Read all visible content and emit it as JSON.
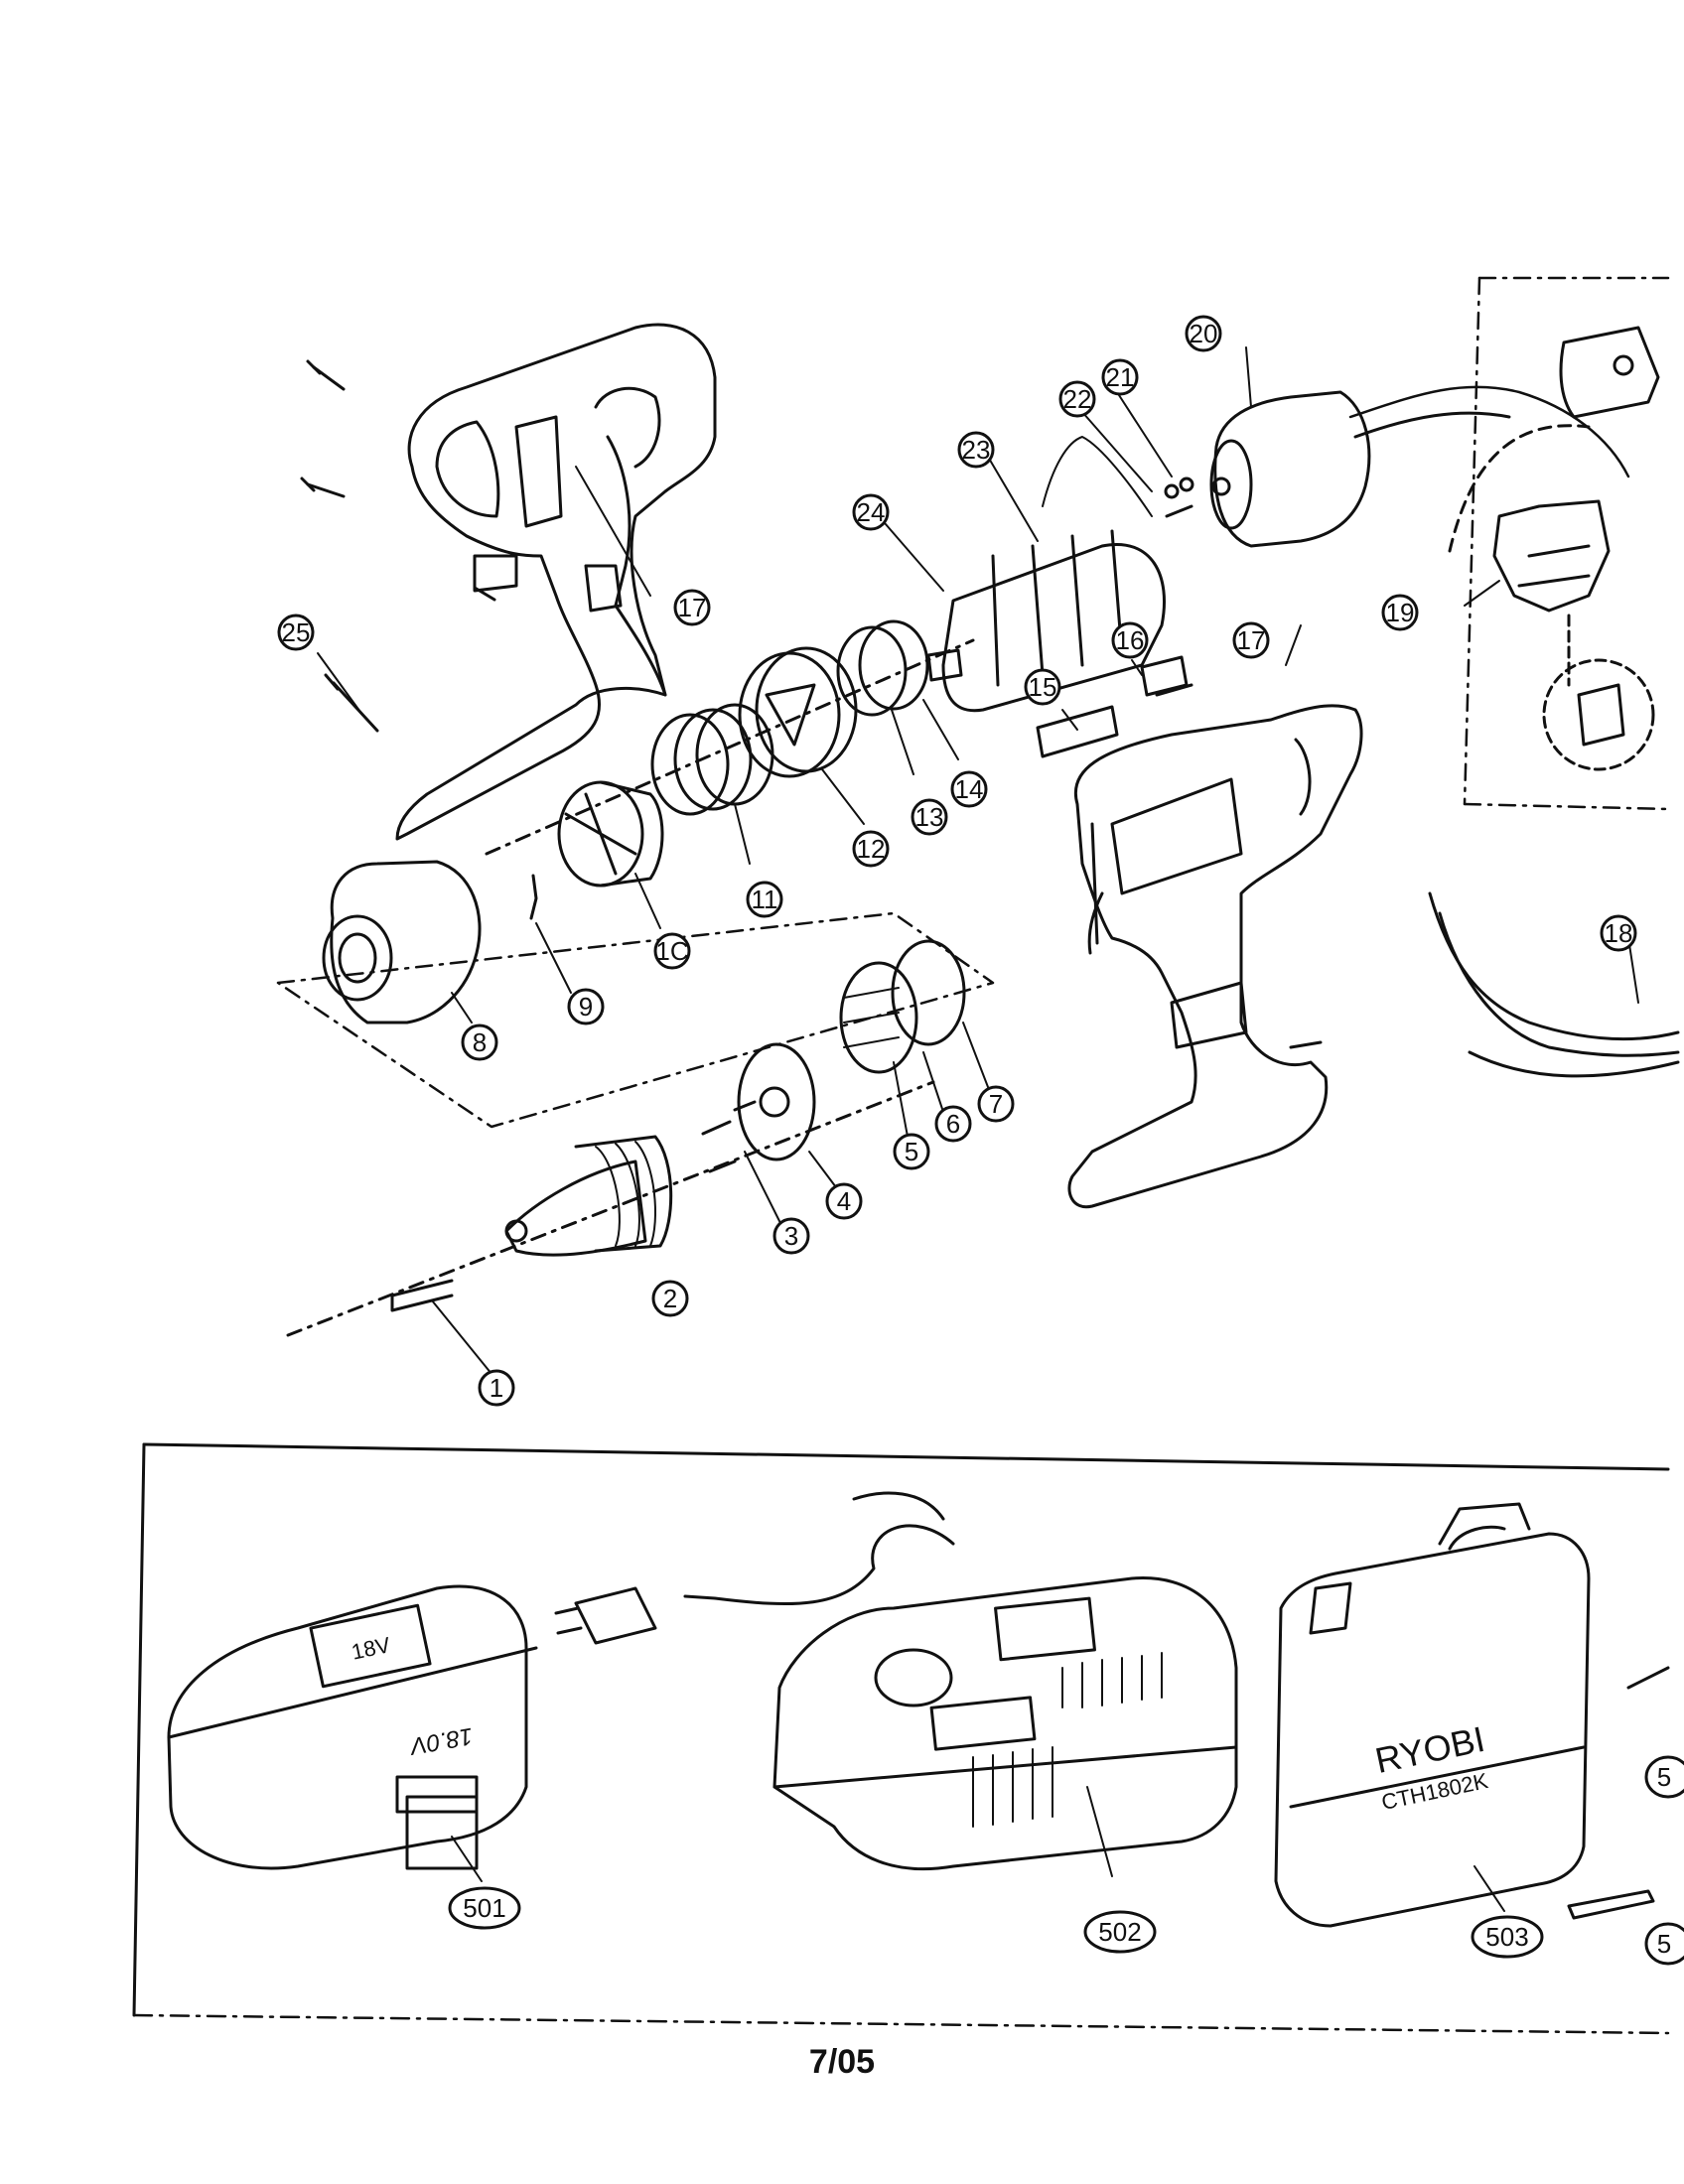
{
  "footer": {
    "date_code": "7/05"
  },
  "callouts": [
    "1",
    "2",
    "3",
    "4",
    "5",
    "6",
    "7",
    "8",
    "9",
    "1C",
    "11",
    "12",
    "13",
    "14",
    "15",
    "16",
    "17",
    "17",
    "18",
    "19",
    "20",
    "21",
    "22",
    "23",
    "24",
    "25"
  ],
  "accessory_callouts": [
    "501",
    "502",
    "503",
    "5",
    "5"
  ],
  "product_labels": {
    "battery_top": "18V",
    "battery_side": "18.0V",
    "case_brand": "RYOBI",
    "case_model": "CTH1802K"
  },
  "colors": {
    "ink": "#111111",
    "paper": "#ffffff"
  }
}
